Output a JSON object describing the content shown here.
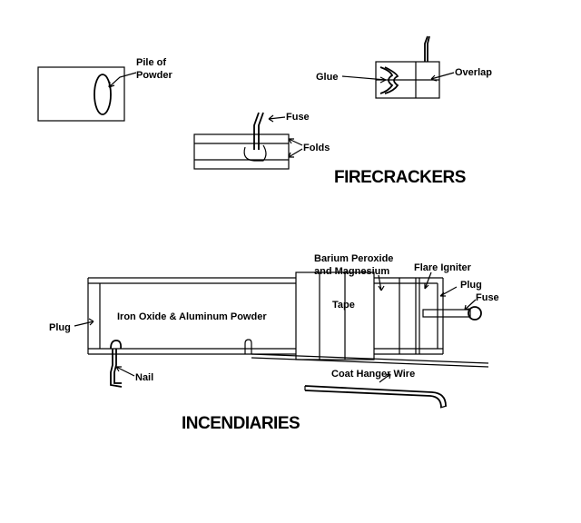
{
  "firecrackers": {
    "title": "FIRECRACKERS",
    "labels": {
      "pile_of": "Pile of",
      "powder": "Powder",
      "fuse": "Fuse",
      "folds": "Folds",
      "glue": "Glue",
      "overlap": "Overlap"
    }
  },
  "incendiaries": {
    "title": "INCENDIARIES",
    "labels": {
      "barium_peroxide": "Barium Peroxide",
      "and_magnesium": "and Magnesium",
      "flare_igniter": "Flare Igniter",
      "plug_right": "Plug",
      "fuse": "Fuse",
      "plug_left": "Plug",
      "iron_oxide": "Iron Oxide & Aluminum Powder",
      "tape": "Tape",
      "nail": "Nail",
      "coat_hanger": "Coat Hanger Wire"
    }
  }
}
